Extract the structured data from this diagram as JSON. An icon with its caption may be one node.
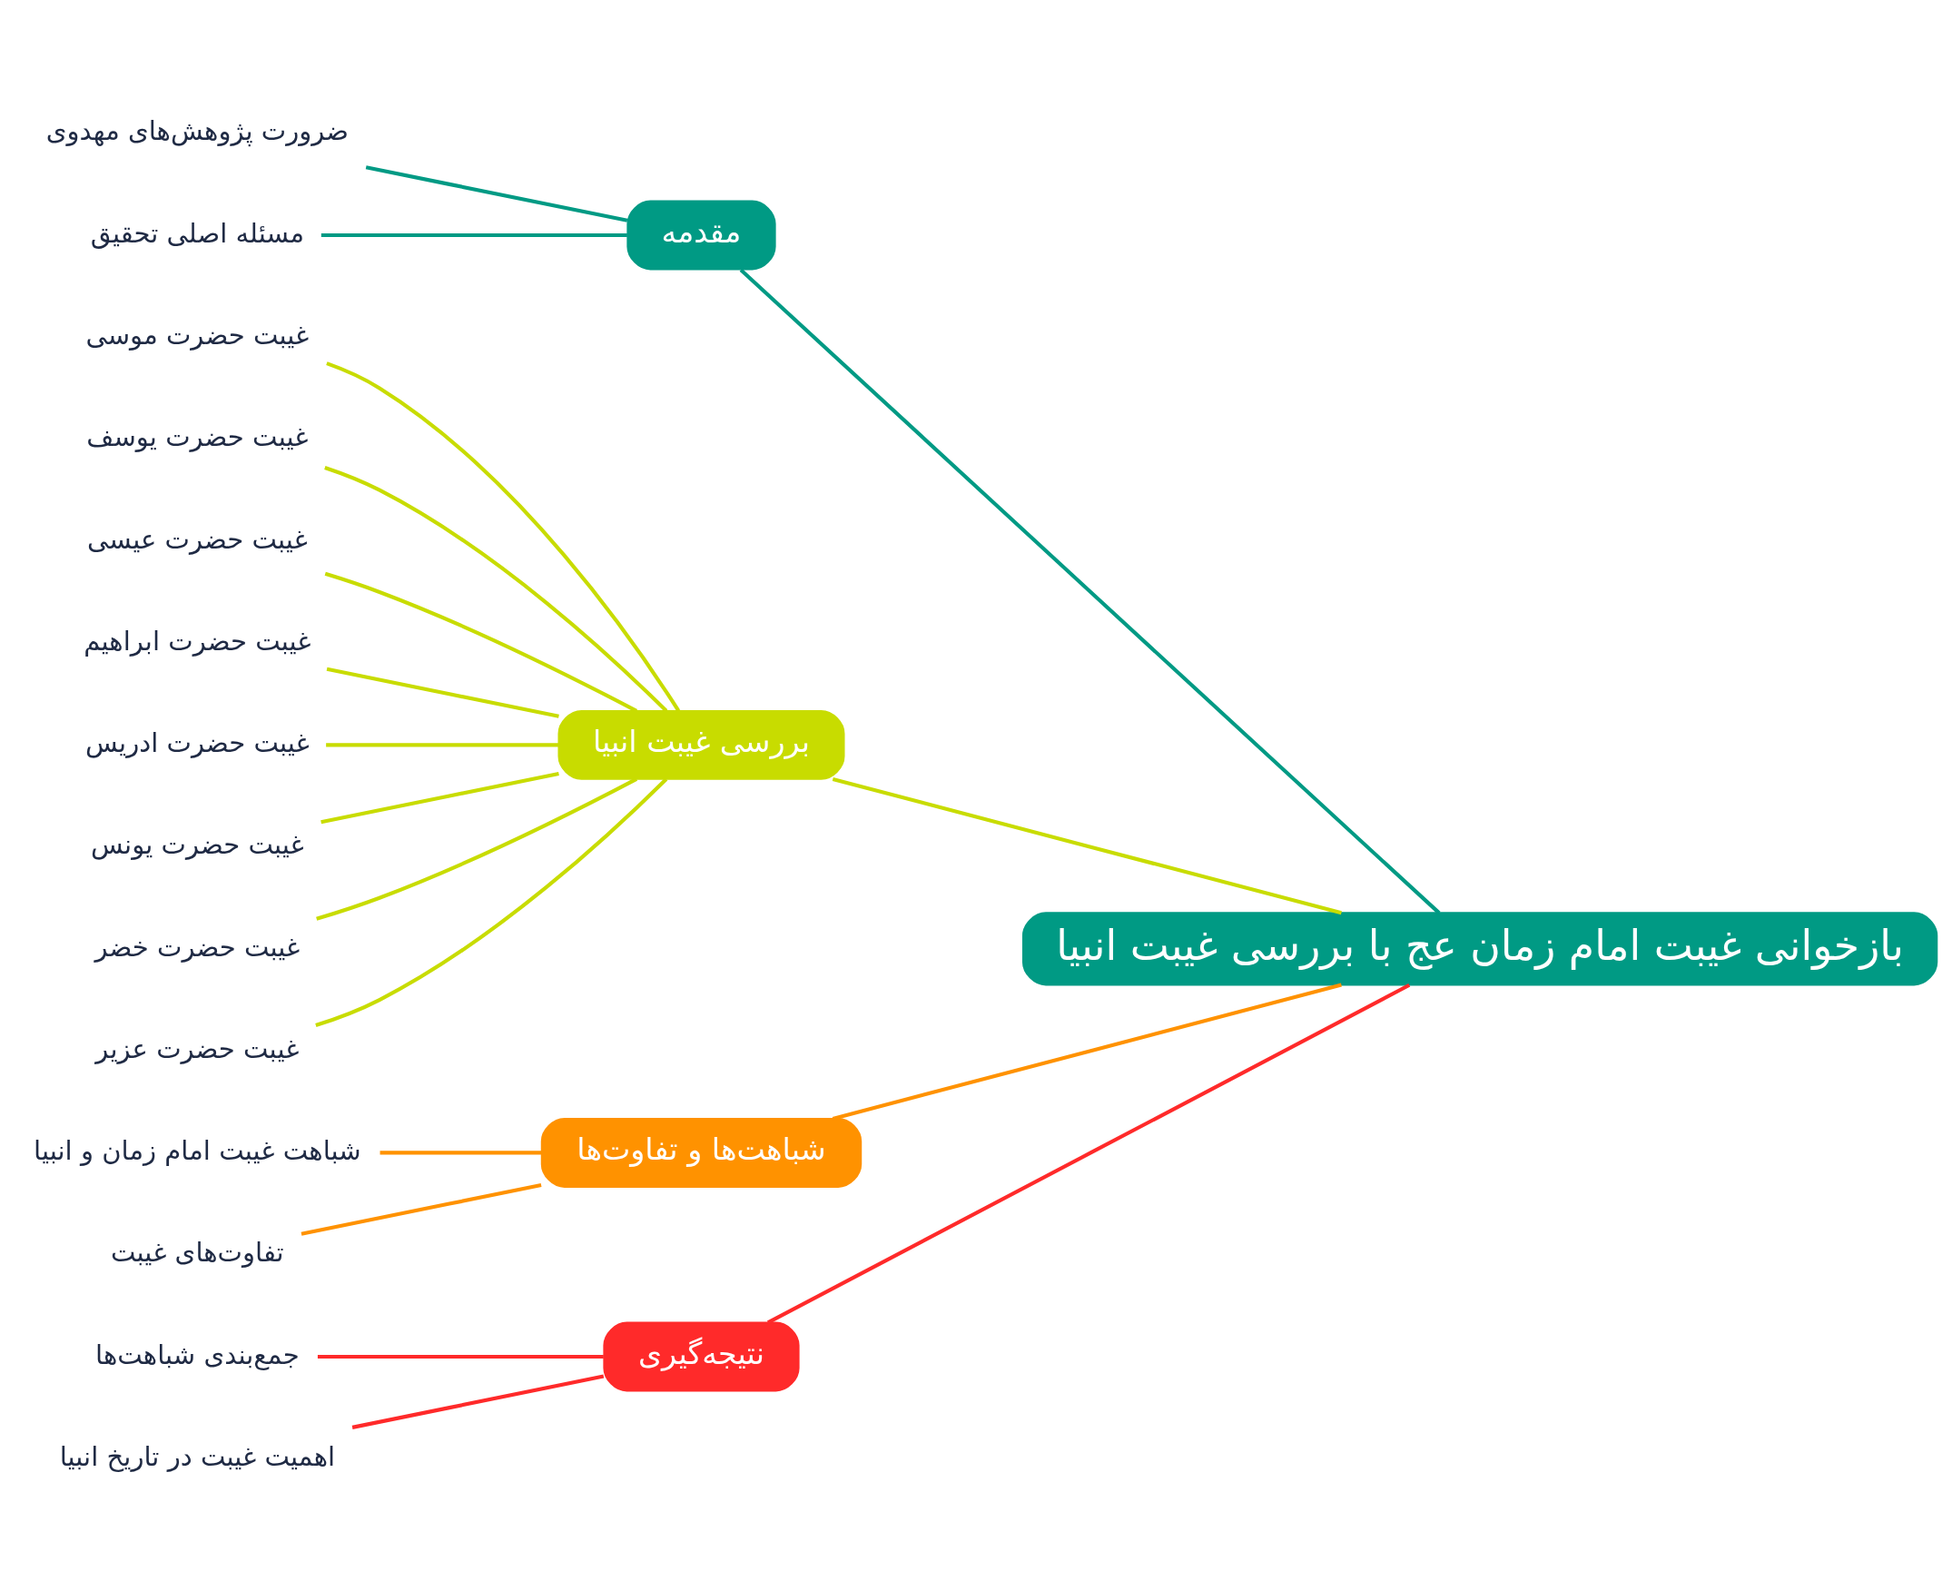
{
  "diagram": {
    "nodes": [
      {
        "text": [
          "بازخوانی غیبت امام زمان عج با بررسی غیبت انبیا"
        ]
      },
      {
        "text": [
          "مقدمه"
        ]
      },
      {
        "text": [
          "ضرورت پژوهش‌های مهدوی"
        ]
      },
      {
        "text": [
          "مسئله اصلی تحقیق"
        ]
      },
      {
        "text": [
          "بررسی غیبت انبیا"
        ]
      },
      {
        "text": [
          "غیبت حضرت موسی"
        ]
      },
      {
        "text": [
          "غیبت حضرت یوسف"
        ]
      },
      {
        "text": [
          "غیبت حضرت عیسی"
        ]
      },
      {
        "text": [
          "غیبت حضرت ابراهیم"
        ]
      },
      {
        "text": [
          "غیبت حضرت ادریس"
        ]
      },
      {
        "text": [
          "غیبت حضرت یونس"
        ]
      },
      {
        "text": [
          "غیبت حضرت خضر"
        ]
      },
      {
        "text": [
          "غیبت حضرت عزیر"
        ]
      },
      {
        "text": [
          "شباهت‌ها و تفاوت‌ها"
        ]
      },
      {
        "text": [
          "شباهت غیبت امام زمان و انبیا"
        ]
      },
      {
        "text": [
          "تفاوت‌های غیبت"
        ]
      },
      {
        "text": [
          "نتیجه‌گیری"
        ]
      },
      {
        "text": [
          "جمع‌بندی شباهت‌ها"
        ]
      },
      {
        "text": [
          "اهمیت غیبت در تاریخ انبیا"
        ]
      }
    ],
    "edges": [
      {
        "from": 0,
        "to": 1,
        "arrow": "none",
        "color": "#009a84"
      },
      {
        "from": 1,
        "to": 2,
        "arrow": "none",
        "color": "#009a84"
      },
      {
        "from": 1,
        "to": 3,
        "arrow": "none",
        "color": "#009a84"
      },
      {
        "from": 0,
        "to": 4,
        "arrow": "none"
      },
      {
        "from": 4,
        "to": 5,
        "arrow": "none"
      },
      {
        "from": 4,
        "to": 6,
        "arrow": "none"
      },
      {
        "from": 4,
        "to": 7,
        "arrow": "none"
      },
      {
        "from": 4,
        "to": 8,
        "arrow": "none"
      },
      {
        "from": 4,
        "to": 9,
        "arrow": "none"
      },
      {
        "from": 4,
        "to": 10,
        "arrow": "none"
      },
      {
        "from": 4,
        "to": 11,
        "arrow": "none"
      },
      {
        "from": 4,
        "to": 12,
        "arrow": "none"
      },
      {
        "from": 0,
        "to": 13,
        "arrow": "none",
        "color": "#ff9200"
      },
      {
        "from": 13,
        "to": 14,
        "arrow": "none",
        "color": "#ff9200"
      },
      {
        "from": 13,
        "to": 15,
        "arrow": "none",
        "color": "#ff9200"
      },
      {
        "from": 0,
        "to": 16,
        "arrow": "none",
        "color": "#ff2a2a"
      },
      {
        "from": 16,
        "to": 17,
        "arrow": "none",
        "color": "#ff2a2a"
      },
      {
        "from": 16,
        "to": 18,
        "arrow": "none",
        "color": "#ff2a2a"
      }
    ]
  }
}
